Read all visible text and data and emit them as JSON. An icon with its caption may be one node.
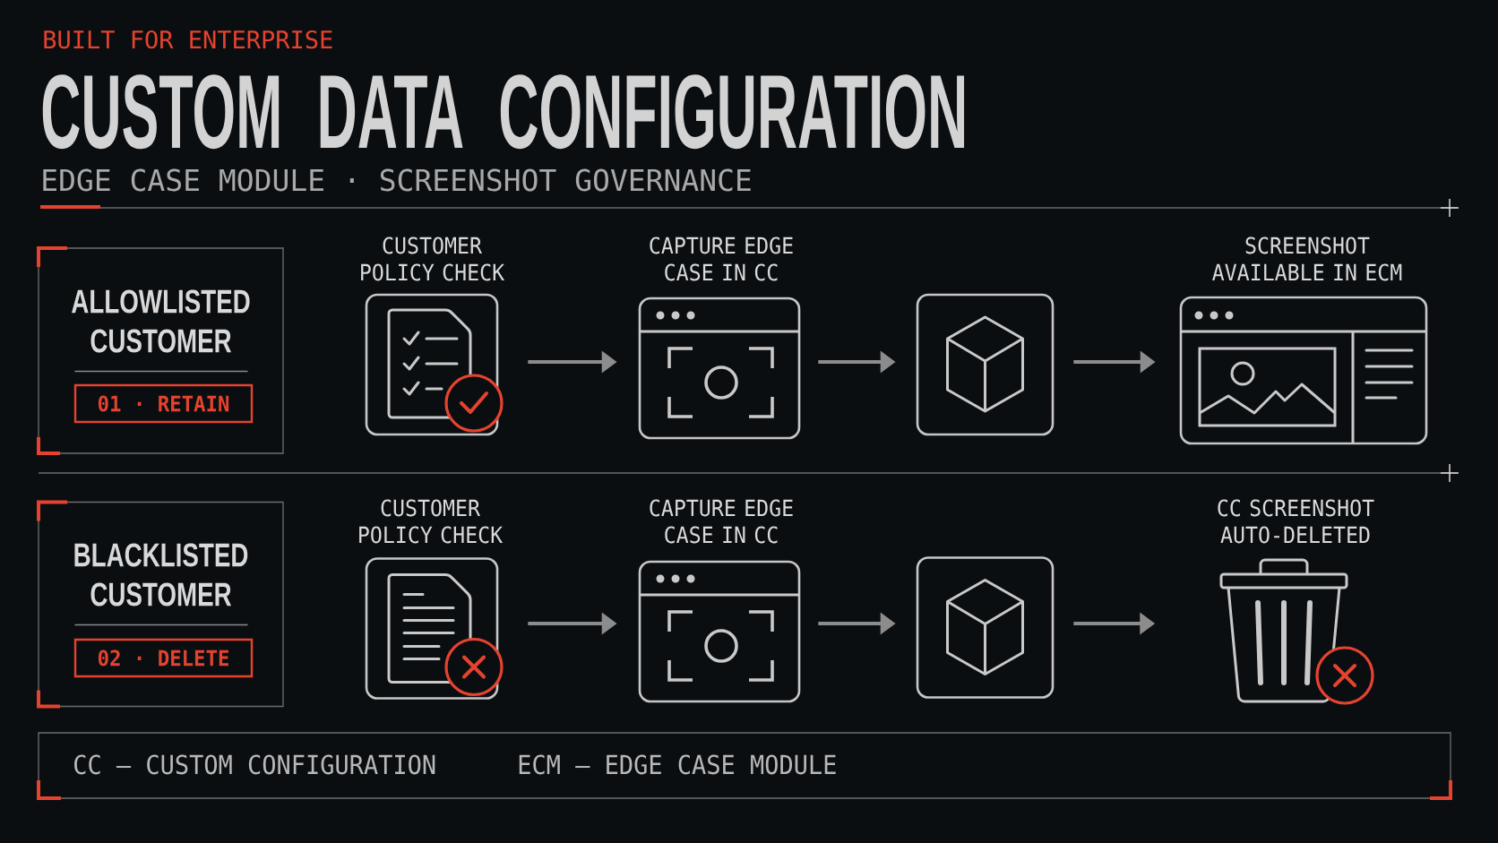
{
  "diagram": {
    "title": "CUSTOM DATA CONFIGURATION",
    "nodes": [
      {
        "text": [
          "ALLOWLISTED CUSTOMER"
        ]
      },
      {
        "text": [
          "01 · RETAIN"
        ],
        "in": 0
      },
      {
        "text": [
          "CUSTOMER POLICY CHECK"
        ]
      },
      {
        "text": [
          "CAPTURE EDGE CASE IN CC"
        ]
      },
      {
        "text": [],
        "shape": "box"
      },
      {
        "text": [
          "SCREENSHOT AVAILABLE IN ECM"
        ]
      },
      {
        "text": [
          "BLACKLISTED CUSTOMER"
        ]
      },
      {
        "text": [
          "02 · DELETE"
        ],
        "in": 6
      },
      {
        "text": [
          "CUSTOMER POLICY CHECK"
        ]
      },
      {
        "text": [
          "CAPTURE EDGE CASE IN CC"
        ]
      },
      {
        "text": [],
        "shape": "box"
      },
      {
        "text": [
          "CC SCREENSHOT AUTO-DELETED"
        ]
      },
      {
        "text": [
          "CC — CUSTOM CONFIGURATION",
          "ECM — EDGE CASE MODULE"
        ]
      }
    ],
    "edges": [
      {
        "from": 2,
        "to": 3,
        "arrow": "to"
      },
      {
        "from": 3,
        "to": 4,
        "arrow": "to"
      },
      {
        "from": 4,
        "to": 5,
        "arrow": "to"
      },
      {
        "from": 8,
        "to": 9,
        "arrow": "to"
      },
      {
        "from": 9,
        "to": 10,
        "arrow": "to"
      },
      {
        "from": 10,
        "to": 11,
        "arrow": "to"
      }
    ],
    "labels": [
      "BUILT FOR ENTERPRISE",
      "EDGE CASE MODULE · SCREENSHOT GOVERNANCE"
    ]
  }
}
